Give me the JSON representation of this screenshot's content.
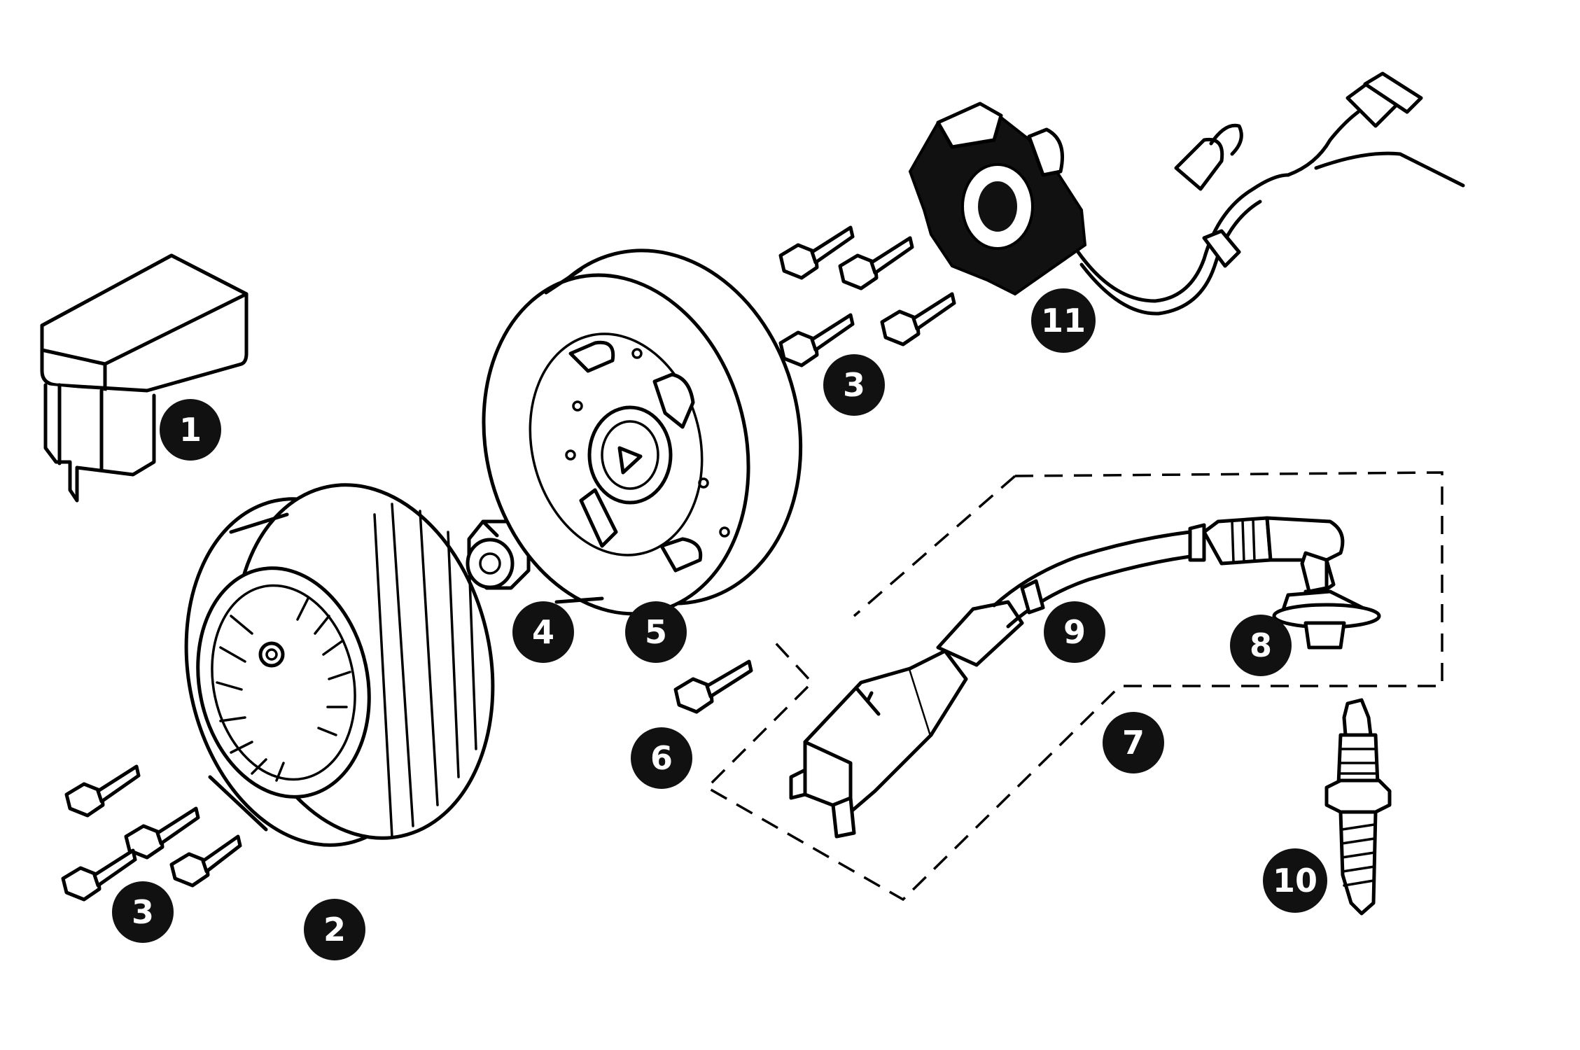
{
  "callouts": [
    {
      "id": "1",
      "text": "1"
    },
    {
      "id": "2",
      "text": "2"
    },
    {
      "id": "3a",
      "text": "3"
    },
    {
      "id": "3b",
      "text": "3"
    },
    {
      "id": "4",
      "text": "4"
    },
    {
      "id": "5",
      "text": "5"
    },
    {
      "id": "6",
      "text": "6"
    },
    {
      "id": "7",
      "text": "7"
    },
    {
      "id": "8",
      "text": "8"
    },
    {
      "id": "9",
      "text": "9"
    },
    {
      "id": "10",
      "text": "10"
    },
    {
      "id": "11",
      "text": "11"
    }
  ],
  "colors": {
    "line": "#000000",
    "fill": "#ffffff",
    "badge": "#111111"
  }
}
